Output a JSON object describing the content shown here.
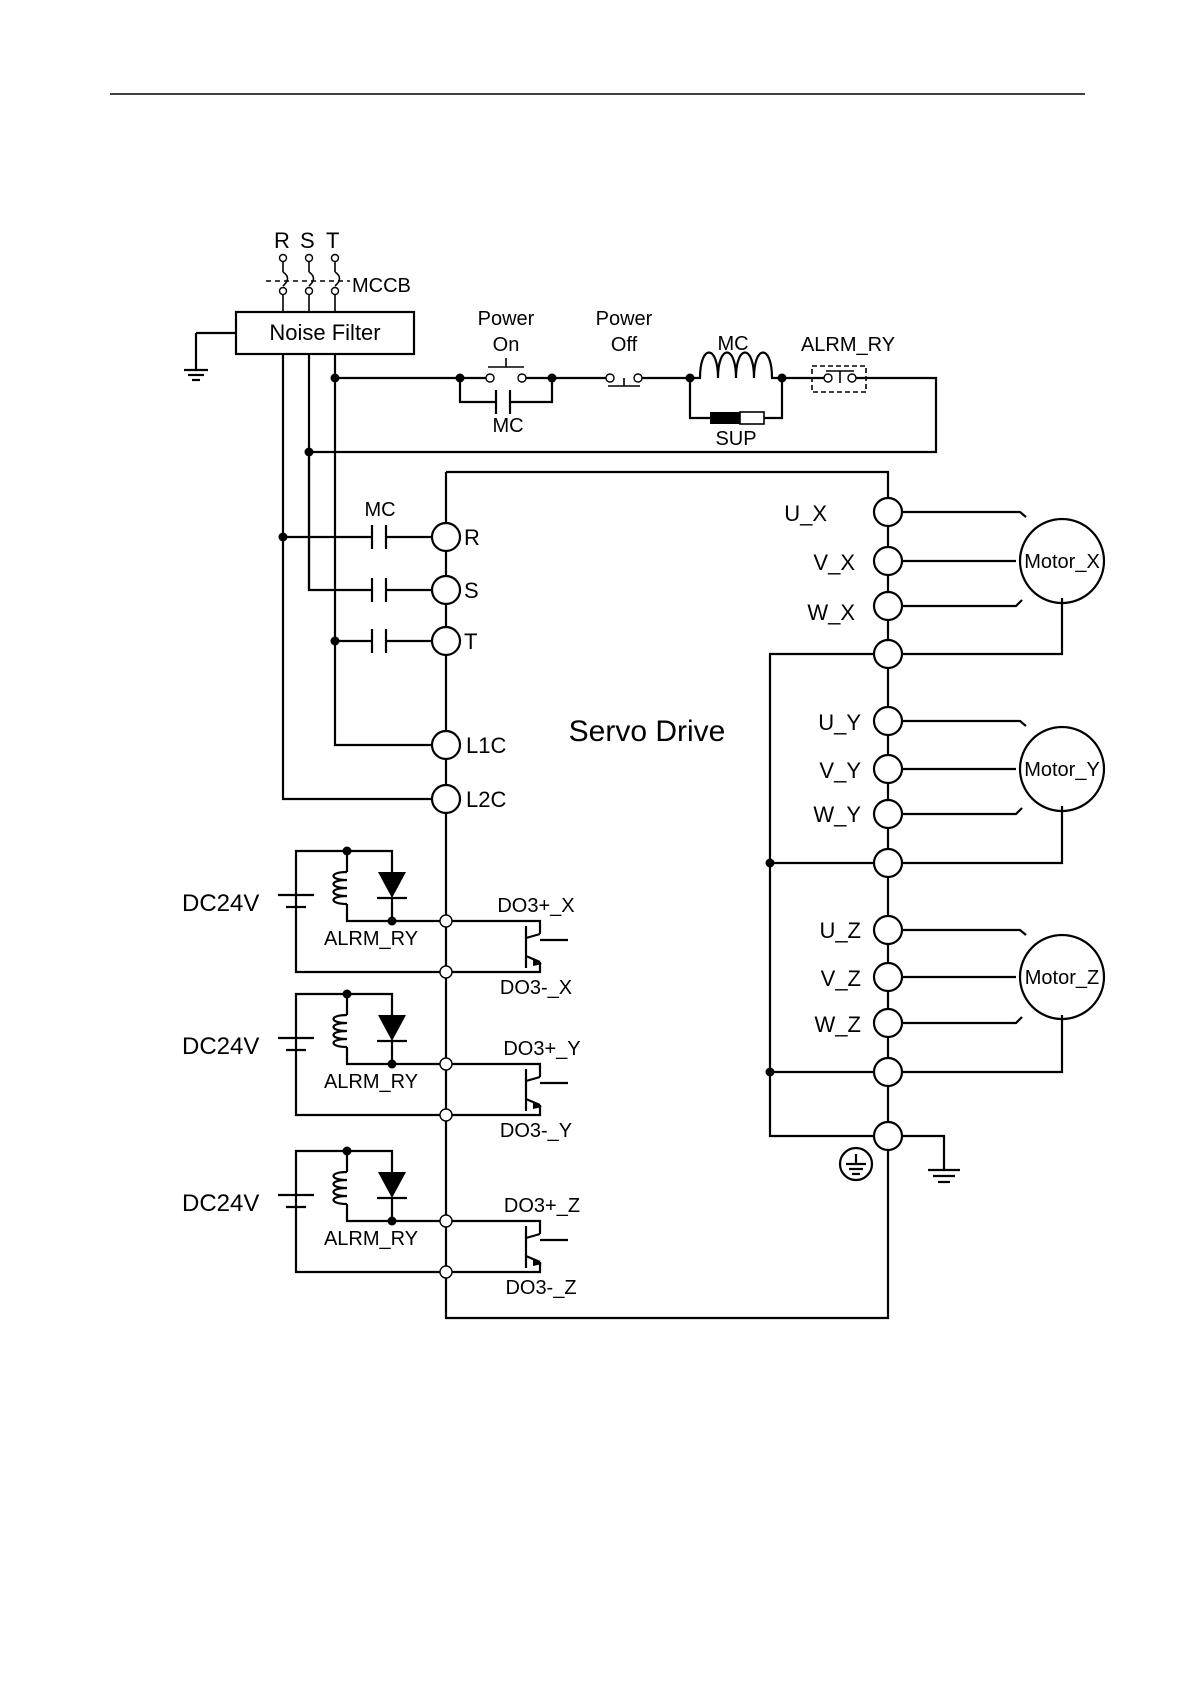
{
  "supply": {
    "phases": [
      "R",
      "S",
      "T"
    ],
    "breaker": "MCCB"
  },
  "noise_filter": "Noise Filter",
  "control_circuit": {
    "power_on_line1": "Power",
    "power_on_line2": "On",
    "power_off_line1": "Power",
    "power_off_line2": "Off",
    "mc_aux_contact": "MC",
    "mc_coil": "MC",
    "surge_absorber": "SUP",
    "alarm_contact": "ALRM_RY"
  },
  "main_contactor": "MC",
  "drive": {
    "title": "Servo Drive",
    "input_terminals": [
      "R",
      "S",
      "T",
      "L1C",
      "L2C"
    ],
    "outputs": [
      {
        "u": "U_X",
        "v": "V_X",
        "w": "W_X",
        "motor": "Motor_X"
      },
      {
        "u": "U_Y",
        "v": "V_Y",
        "w": "W_Y",
        "motor": "Motor_Y"
      },
      {
        "u": "U_Z",
        "v": "V_Z",
        "w": "W_Z",
        "motor": "Motor_Z"
      }
    ]
  },
  "alarm_circuits": [
    {
      "supply": "DC24V",
      "relay": "ALRM_RY",
      "do_plus": "DO3+_X",
      "do_minus": "DO3-_X"
    },
    {
      "supply": "DC24V",
      "relay": "ALRM_RY",
      "do_plus": "DO3+_Y",
      "do_minus": "DO3-_Y"
    },
    {
      "supply": "DC24V",
      "relay": "ALRM_RY",
      "do_plus": "DO3+_Z",
      "do_minus": "DO3-_Z"
    }
  ]
}
